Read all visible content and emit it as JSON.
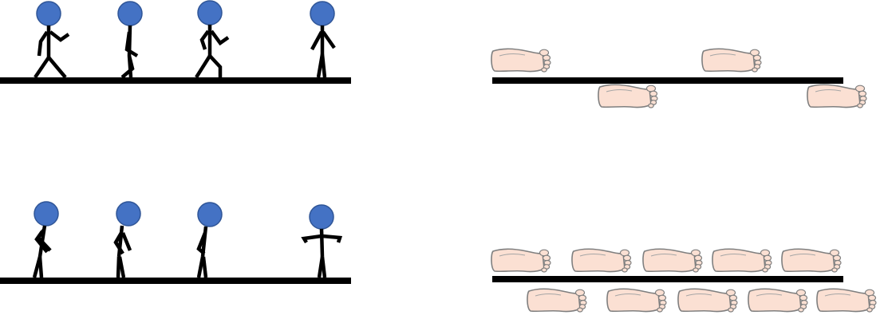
{
  "panels": [
    {
      "id": "walking",
      "figures": [
        {
          "pose": "walk-stride",
          "head_color": "#4472c4"
        },
        {
          "pose": "walk-passing",
          "head_color": "#4472c4"
        },
        {
          "pose": "walk-stride-2",
          "head_color": "#4472c4"
        },
        {
          "pose": "standing",
          "head_color": "#4472c4"
        }
      ],
      "footprints": {
        "upper_count": 2,
        "lower_count": 2,
        "pattern": "long-stride"
      }
    },
    {
      "id": "shuffling",
      "figures": [
        {
          "pose": "shuffle-lean",
          "head_color": "#4472c4"
        },
        {
          "pose": "shuffle-lean",
          "head_color": "#4472c4"
        },
        {
          "pose": "shuffle-lean",
          "head_color": "#4472c4"
        },
        {
          "pose": "standing-arms-out",
          "head_color": "#4472c4"
        }
      ],
      "footprints": {
        "upper_count": 5,
        "lower_count": 5,
        "pattern": "short-stride"
      }
    }
  ],
  "colors": {
    "head": "#4472c4",
    "ground": "#000000",
    "foot_fill": "#fbe0d3",
    "foot_outline": "#7f7f7f"
  }
}
